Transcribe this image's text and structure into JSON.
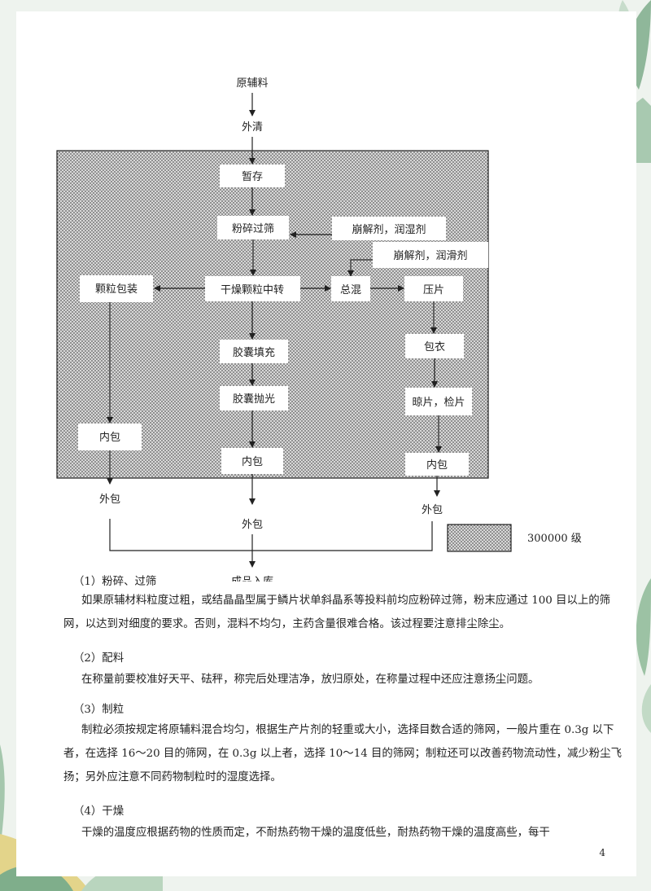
{
  "flowchart": {
    "nodes": {
      "raw": "原辅料",
      "clean": "外清",
      "store": "暂存",
      "crush": "粉碎过筛",
      "disintegrant_wetting": "崩解剂，润湿剂",
      "disintegrant_lubricant": "崩解剂，润滑剂",
      "dry": "干燥颗粒中转",
      "granule_pack": "颗粒包装",
      "mix": "总混",
      "press": "压片",
      "coat": "包衣",
      "inspect": "晾片，检片",
      "capsule_fill": "胶囊填充",
      "capsule_polish": "胶囊抛光",
      "inner_left": "内包",
      "inner_mid": "内包",
      "inner_right": "内包",
      "outer_left": "外包",
      "outer_mid": "外包",
      "outer_right": "外包",
      "warehouse": "成品入库"
    },
    "legend_label": "300000 级"
  },
  "sections": [
    {
      "heading": "（1）粉碎、过筛",
      "body": "如果原辅材料粒度过粗，或结晶晶型属于鳞片状单斜晶系等投料前均应粉碎过筛，粉末应通过 100 目以上的筛网，以达到对细度的要求。否则，混料不均匀，主药含量很难合格。该过程要注意排尘除尘。"
    },
    {
      "heading": "（2）配料",
      "body": "在称量前要校准好天平、砝秤，称完后处理洁净，放归原处，在称量过程中还应注意扬尘问题。"
    },
    {
      "heading": "（3）制粒",
      "body": "制粒必须按规定将原辅料混合均匀，根据生产片剂的轻重或大小，选择目数合适的筛网，一般片重在 0.3g 以下者，在选择 16～20 目的筛网，在 0.3g 以上者，选择 10～14 目的筛网；制粒还可以改善药物流动性，减少粉尘飞扬；另外应注意不同药物制粒时的湿度选择。"
    },
    {
      "heading": "（4）干燥",
      "body": "干燥的温度应根据药物的性质而定，不耐热药物干燥的温度低些，耐热药物干燥的温度高些，每干"
    }
  ],
  "page_number": "4",
  "colors": {
    "line": "#222222",
    "box_fill": "#ffffff",
    "hatch_bg": "#d8d8d8",
    "hatch_dot": "#555555"
  }
}
